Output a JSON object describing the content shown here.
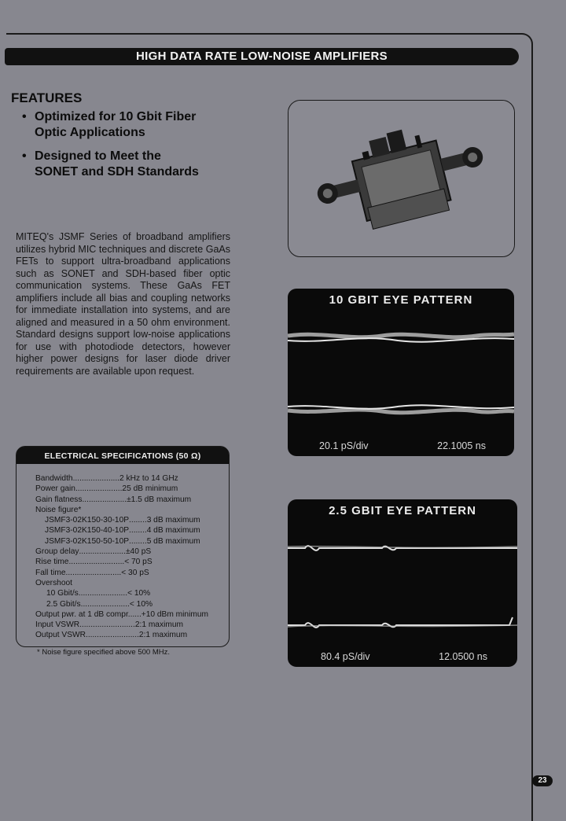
{
  "header": {
    "title": "HIGH DATA RATE LOW-NOISE AMPLIFIERS"
  },
  "features": {
    "heading": "FEATURES",
    "items": [
      {
        "bullet": "•",
        "line1": "Optimized for 10 Gbit Fiber",
        "line2": "Optic Applications"
      },
      {
        "bullet": "•",
        "line1": "Designed to Meet the",
        "line2": "SONET and SDH Standards"
      }
    ]
  },
  "description": "MITEQ's JSMF Series of broadband amplifiers utilizes hybrid MIC techniques and discrete GaAs FETs to support ultra-broadband applications such as SONET and SDH-based fiber optic communication systems. These GaAs FET amplifiers include all bias and coupling networks for immediate installation into systems, and are aligned and measured in a 50 ohm environment. Standard designs support low-noise applications for use with photodiode detectors, however higher power designs for laser diode driver requirements are available upon request.",
  "eye_10g": {
    "title": "10 GBIT EYE PATTERN",
    "timebase": "20.1 pS/div",
    "delay": "22.1005 ns"
  },
  "eye_2g5": {
    "title": "2.5 GBIT EYE PATTERN",
    "timebase": "80.4 pS/div",
    "delay": "12.0500 ns"
  },
  "specs": {
    "header": "ELECTRICAL SPECIFICATIONS (50 Ω)",
    "rows": [
      {
        "label": "Bandwidth",
        "dots": " ..................... ",
        "value": "2 kHz to 14 GHz",
        "indent": 0
      },
      {
        "label": "Power gain",
        "dots": " ..................... ",
        "value": "25 dB minimum",
        "indent": 0
      },
      {
        "label": "Gain flatness",
        "dots": " .................... ",
        "value": "±1.5 dB maximum",
        "indent": 0
      },
      {
        "label": "Noise figure*",
        "dots": "",
        "value": "",
        "indent": 0
      },
      {
        "label": "JSMF3-02K150-30-10P",
        "dots": "........ ",
        "value": "3 dB maximum",
        "indent": 1
      },
      {
        "label": "JSMF3-02K150-40-10P",
        "dots": "........ ",
        "value": "4 dB maximum",
        "indent": 1
      },
      {
        "label": "JSMF3-02K150-50-10P",
        "dots": "........ ",
        "value": "5 dB maximum",
        "indent": 1
      },
      {
        "label": "Group delay",
        "dots": " ..................... ",
        "value": "±40 pS",
        "indent": 0
      },
      {
        "label": "Rise time",
        "dots": " ......................... ",
        "value": "< 70 pS",
        "indent": 0
      },
      {
        "label": "Fall time",
        "dots": " ......................... ",
        "value": "< 30 pS",
        "indent": 0
      },
      {
        "label": "Overshoot",
        "dots": "",
        "value": "",
        "indent": 0
      },
      {
        "label": "10 Gbit/s",
        "dots": " ...................... ",
        "value": "< 10%",
        "indent": 2
      },
      {
        "label": "2.5 Gbit/s",
        "dots": " ...................... ",
        "value": "< 10%",
        "indent": 2
      },
      {
        "label": "Output pwr. at 1 dB compr.",
        "dots": " ..... ",
        "value": "+10 dBm minimum",
        "indent": 0
      },
      {
        "label": "Input VSWR",
        "dots": " ......................... ",
        "value": "2:1 maximum",
        "indent": 0
      },
      {
        "label": "Output VSWR",
        "dots": " ........................ ",
        "value": "2:1 maximum",
        "indent": 0
      }
    ],
    "note": "* Noise figure specified above 500 MHz."
  },
  "page": {
    "number": "23"
  }
}
